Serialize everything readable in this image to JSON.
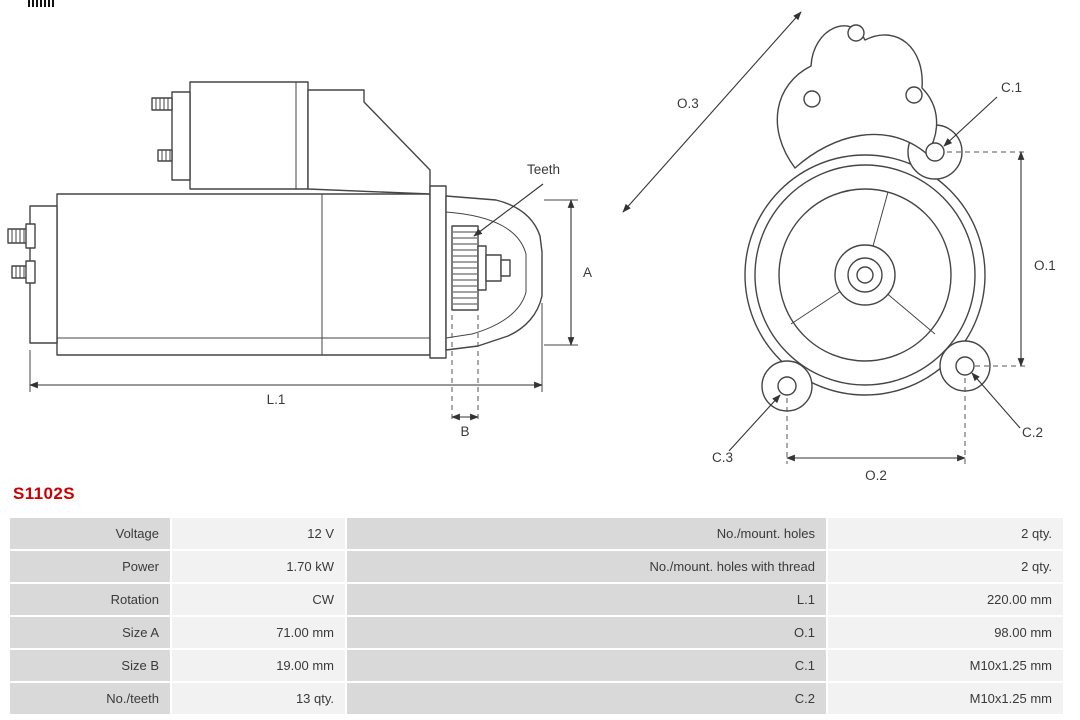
{
  "meta": {
    "part_number": "S1102S"
  },
  "colors": {
    "accent": "#cc0000",
    "table_label_bg": "#d9d9d9",
    "table_value_bg": "#f2f2f2",
    "line": "#454545"
  },
  "drawing": {
    "side_view": {
      "labels": {
        "teeth": "Teeth",
        "dim_a": "A",
        "dim_b": "B",
        "dim_l1": "L.1"
      }
    },
    "front_view": {
      "labels": {
        "dim_o1": "O.1",
        "dim_o2": "O.2",
        "dim_o3": "O.3",
        "dim_c1": "C.1",
        "dim_c2": "C.2",
        "dim_c3": "C.3"
      }
    }
  },
  "table": {
    "rows": [
      {
        "label_left": "Voltage",
        "value_left": "12 V",
        "label_right": "No./mount. holes",
        "value_right": "2 qty."
      },
      {
        "label_left": "Power",
        "value_left": "1.70 kW",
        "label_right": "No./mount. holes with thread",
        "value_right": "2 qty."
      },
      {
        "label_left": "Rotation",
        "value_left": "CW",
        "label_right": "L.1",
        "value_right": "220.00 mm"
      },
      {
        "label_left": "Size A",
        "value_left": "71.00 mm",
        "label_right": "O.1",
        "value_right": "98.00 mm"
      },
      {
        "label_left": "Size B",
        "value_left": "19.00 mm",
        "label_right": "C.1",
        "value_right": "M10x1.25 mm"
      },
      {
        "label_left": "No./teeth",
        "value_left": "13 qty.",
        "label_right": "C.2",
        "value_right": "M10x1.25 mm"
      }
    ]
  }
}
